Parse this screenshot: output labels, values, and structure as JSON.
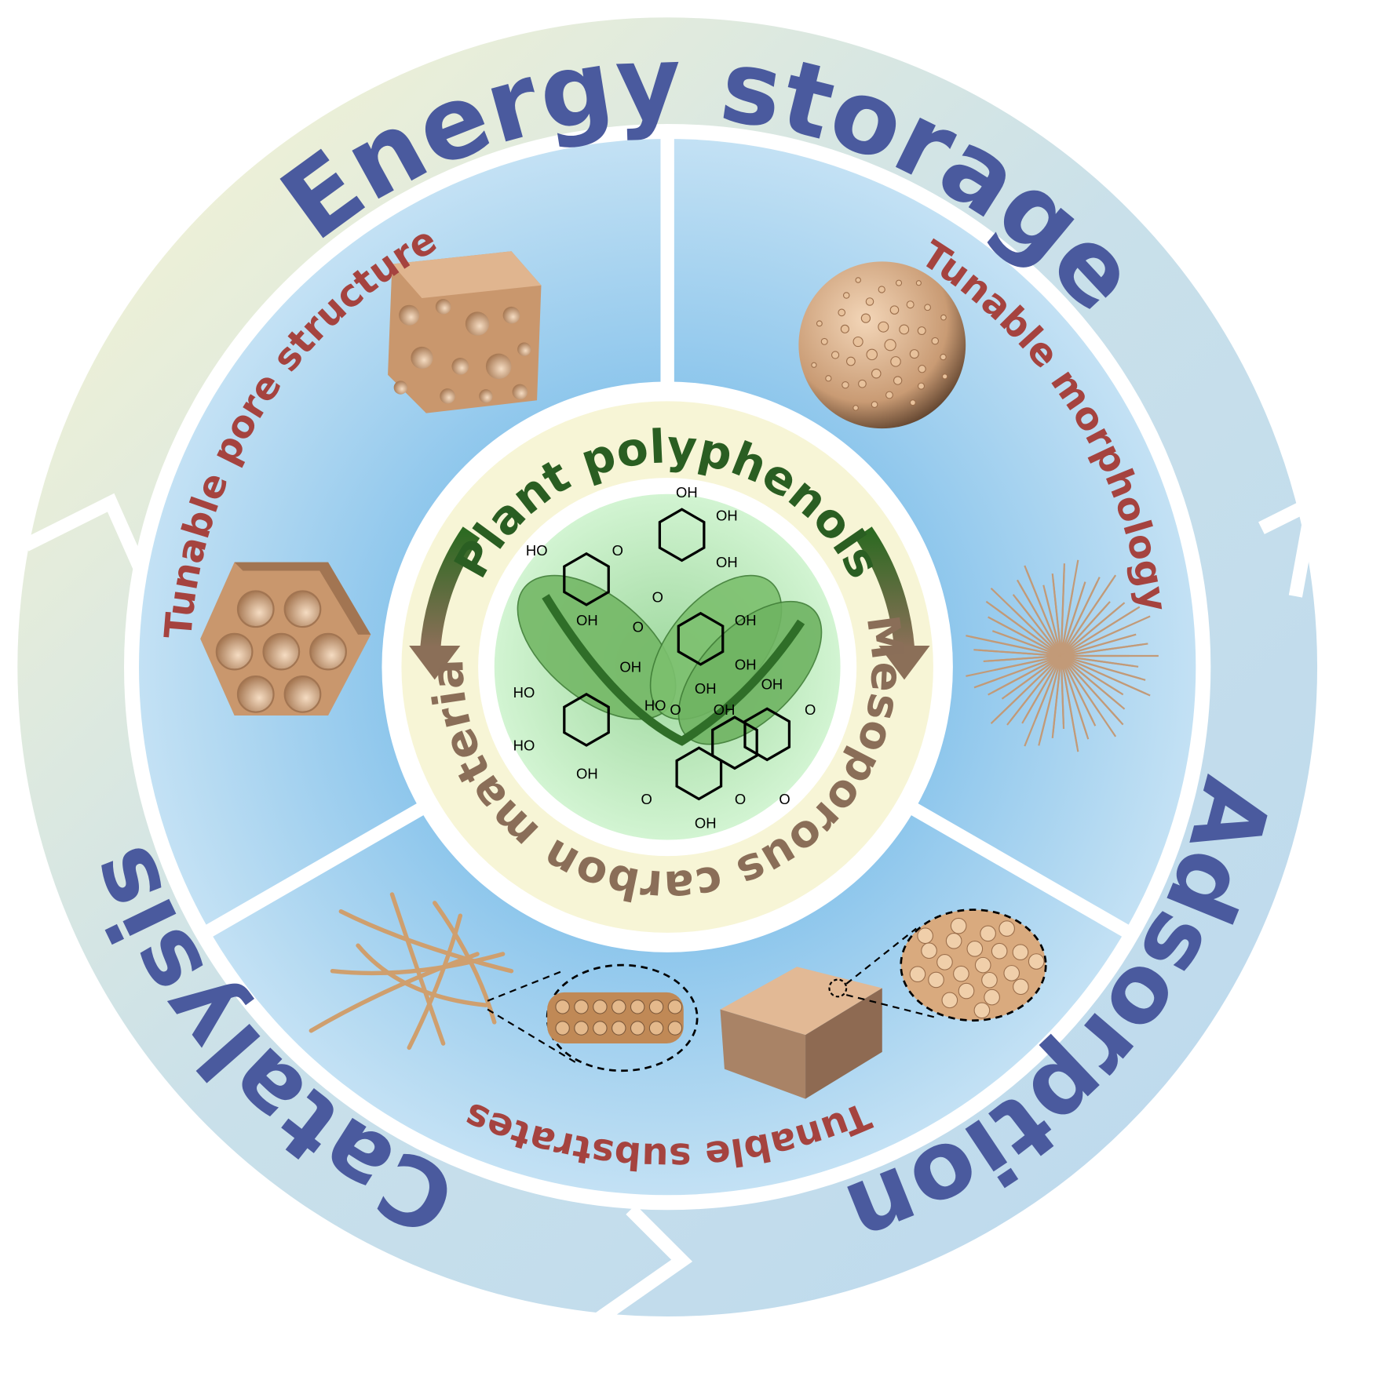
{
  "outer_ring": {
    "energy_storage": "Energy storage",
    "adsorption": "Adsorption",
    "catalysis": "Catalysis"
  },
  "middle_ring": {
    "pore": "Tunable pore structure",
    "morphology": "Tunable morphology",
    "substrates": "Tunable substrates"
  },
  "center": {
    "top": "Plant polyphenols",
    "bottom": "Mesoporous carbon materials"
  },
  "chem_labels": [
    "OH",
    "OH",
    "OH",
    "HO",
    "O",
    "OH",
    "O",
    "O",
    "OH",
    "OH",
    "OH",
    "HO",
    "HO",
    "OH",
    "O",
    "OH",
    "OH",
    "O",
    "O",
    "OH",
    "HO",
    "OH",
    "O",
    "O"
  ],
  "colors": {
    "outer_title": "#4a5a9e",
    "mid_title": "#a5433f",
    "green_title": "#2a5e22",
    "brown_title": "#8a6e58",
    "blue_disk": "#9fcdee",
    "yellow_ring": "#f7f5d6",
    "green_core": "#c4eec4",
    "carbon": "#d4a882"
  }
}
